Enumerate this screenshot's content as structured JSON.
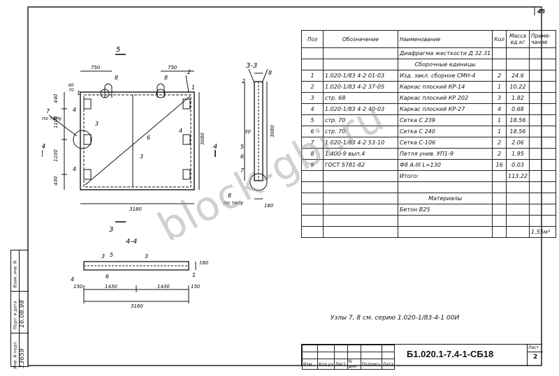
{
  "sheet": {
    "page_number_top": "45",
    "code": "Б1.020.1-7.4-1-СБ18",
    "sheet_label": "Лист",
    "sheet_number": "2",
    "note": "Узлы 7, 8 см. серию 1.020-1/83-4-1 00И"
  },
  "stamp_headers": [
    "Изм.",
    "Кол.уч",
    "Лист",
    "N док",
    "Подпись",
    "Дата"
  ],
  "side_stamp": {
    "inv_podl": "Инв. N подл.",
    "podp_data": "Подп. и дата",
    "vzam_inv": "Взам. инв. N",
    "inv_value": "13659",
    "date_value": "16.08.98"
  },
  "table": {
    "headers": [
      "Поз",
      "Обозначение",
      "Наименование",
      "Кол",
      "Масса ед.кг",
      "Приме-чание"
    ],
    "rows": [
      [
        "",
        "",
        "Диафрагма жесткости Д 32.31",
        "",
        "",
        ""
      ],
      [
        "",
        "",
        "Сборочные единицы",
        "",
        "",
        ""
      ],
      [
        "1",
        "1.020-1/83 4-2 01-03",
        "Изд. закл. сборное СМН-4",
        "2",
        "24.6",
        ""
      ],
      [
        "2",
        "1.020-1/83 4-2 37-05",
        "Каркас плоский КР-14",
        "1",
        "10.22",
        ""
      ],
      [
        "3",
        "стр. 68",
        "Каркас плоский КР 202",
        "3",
        "1.82",
        ""
      ],
      [
        "4",
        "1.020-1/83 4-2 40-03",
        "Каркас плоский КР-27",
        "4",
        "0.68",
        ""
      ],
      [
        "5",
        "стр. 70",
        "Сетка С 239",
        "1",
        "18.56",
        ""
      ],
      [
        "6",
        "стр. 70",
        "Сетка С 240",
        "1",
        "18.56",
        ""
      ],
      [
        "7",
        "1.020-1/83 4-2 53-10",
        "Сетка С-106",
        "2",
        "2.06",
        ""
      ],
      [
        "8",
        "1.400-9 вып.4",
        "Петля унив. УП1-9",
        "2",
        "1.95",
        ""
      ],
      [
        "9",
        "ГОСТ 5781-82",
        "Ф8 А-III L=130",
        "16",
        "0.03",
        ""
      ],
      [
        "",
        "",
        "Итого:",
        "",
        "113.22",
        ""
      ],
      [
        "",
        "",
        "",
        "",
        "",
        ""
      ],
      [
        "",
        "",
        "Материалы",
        "",
        "",
        ""
      ],
      [
        "",
        "",
        "Бетон В25",
        "",
        "",
        ""
      ],
      [
        "",
        "",
        "",
        "",
        "",
        ""
      ],
      [
        "",
        "",
        "",
        "",
        "",
        "1.55м³"
      ]
    ]
  },
  "drawing_main": {
    "section_cut": "5",
    "cut_3": "3",
    "cut_4": "4",
    "dim_top_left": "750",
    "dim_top_right": "750",
    "dim_bottom": "3180",
    "dim_height": "3080",
    "dim_left_1": "440",
    "dim_left_2": "1100",
    "dim_left_3": "1100",
    "dim_left_4": "430",
    "dim_60": "60",
    "dim_70": "70",
    "po_tipu": "по типу",
    "pos_labels": [
      "8",
      "8",
      "2",
      "1",
      "4",
      "3",
      "6",
      "7",
      "4",
      "4",
      "3",
      "1"
    ]
  },
  "drawing_33": {
    "title": "3-3",
    "dim_3080": "3080",
    "dim_30": "30",
    "dim_160": "160",
    "po_tipu": "по типу",
    "labels": [
      "2",
      "8",
      "5",
      "6",
      "7",
      "8"
    ]
  },
  "drawing_44": {
    "title": "4-4",
    "dims": [
      "150",
      "1430",
      "1430",
      "150"
    ],
    "total": "3160",
    "dim_160": "160",
    "labels": [
      "3",
      "5",
      "3",
      "4",
      "6",
      "1"
    ]
  },
  "watermark": "block-gbi.ru"
}
